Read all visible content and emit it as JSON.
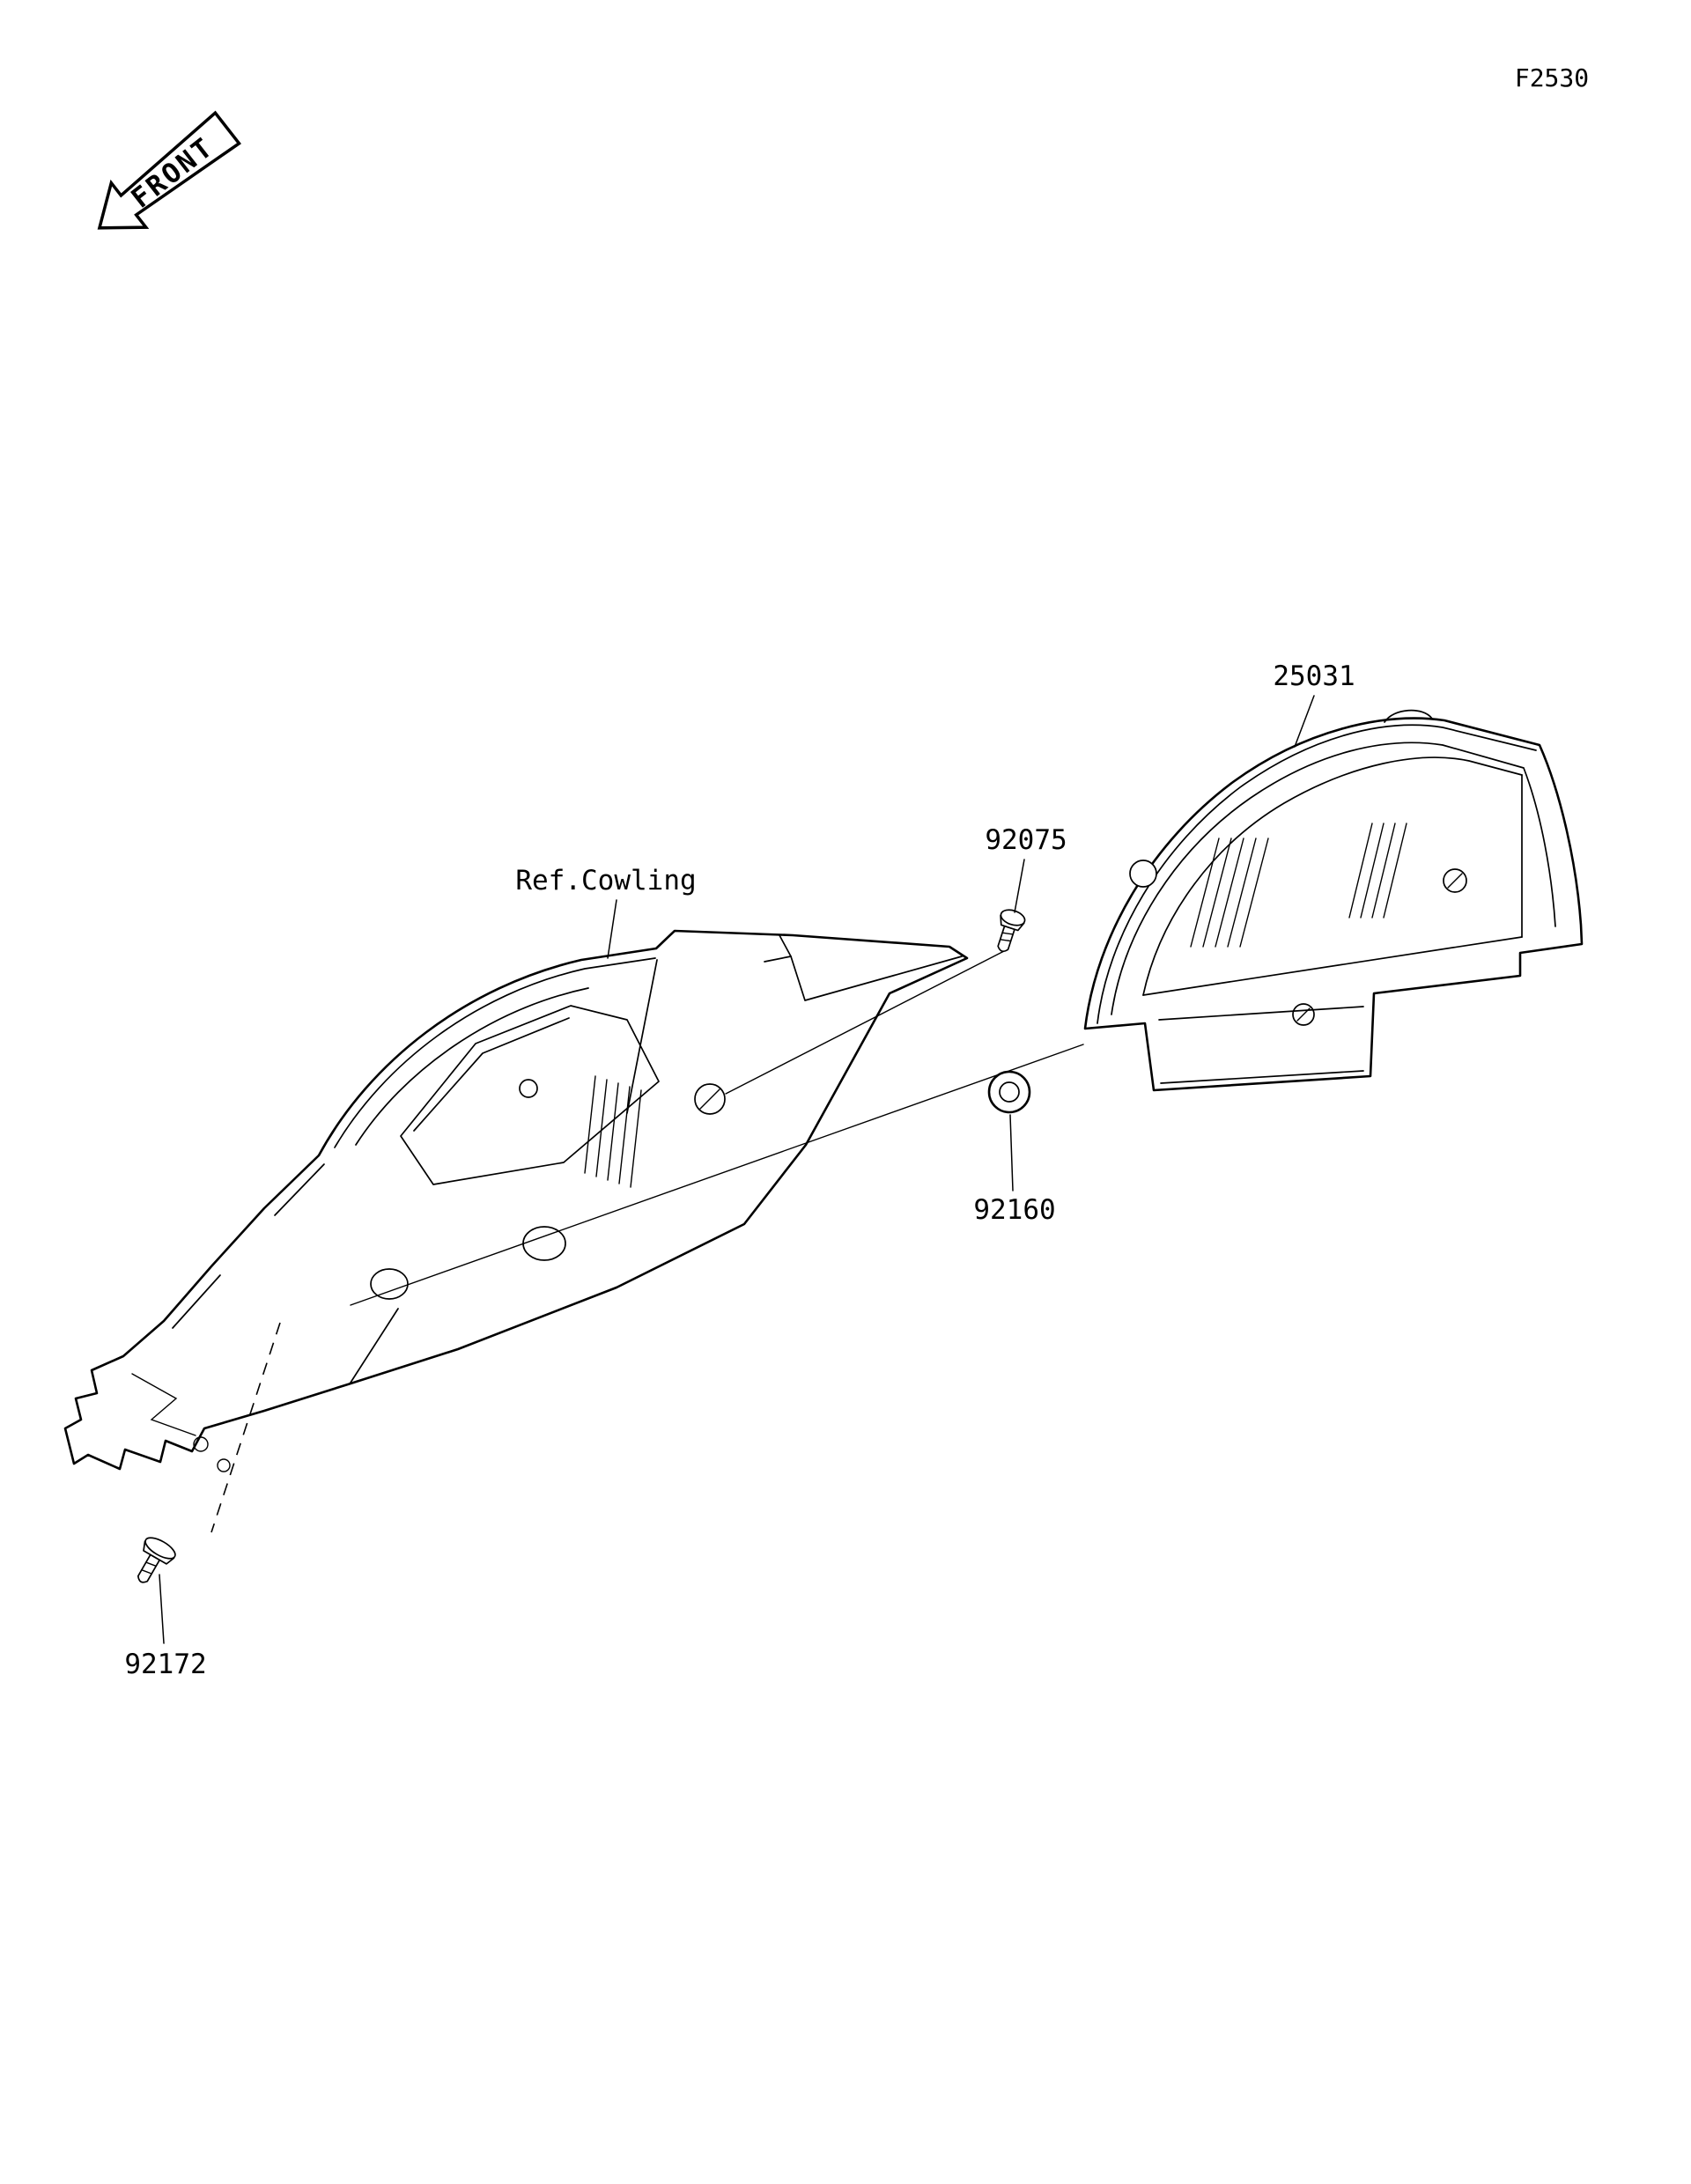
{
  "page": {
    "figure_code": "F2530",
    "background_color": "#ffffff",
    "ink_color": "#000000"
  },
  "front_marker": {
    "label": "FRONT"
  },
  "labels": {
    "ref_cowling": "Ref.Cowling",
    "meter_cover": "25031",
    "damper_screw": "92075",
    "grommet": "92160",
    "screw": "92172"
  }
}
